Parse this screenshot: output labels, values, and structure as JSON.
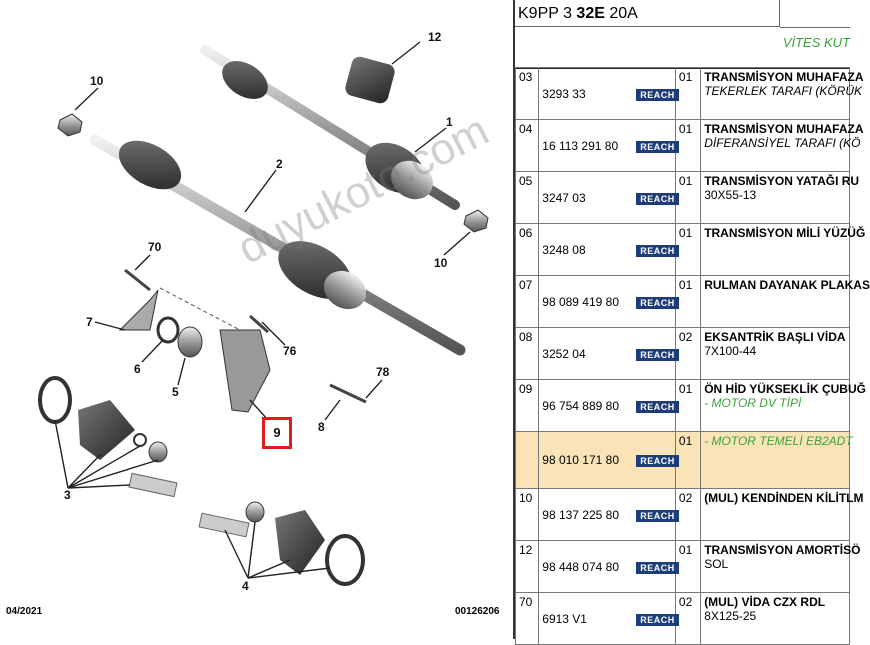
{
  "diagram": {
    "callouts": [
      "12",
      "10",
      "1",
      "2",
      "70",
      "10",
      "7",
      "6",
      "76",
      "5",
      "78",
      "9",
      "8",
      "3",
      "4"
    ],
    "footer_left": "04/2021",
    "footer_right": "00126206"
  },
  "header": {
    "title_a": "K9PP 3 ",
    "title_b": "32E",
    "title_c": " 20A",
    "section": "VİTES KUT"
  },
  "reach_label": "REACH",
  "rows": [
    {
      "num": "03",
      "ref": "3293 33",
      "qty": "01",
      "name": "TRANSMİSYON MUHAFAZA",
      "sub": "TEKERLEK TARAFI (KÖRÜK",
      "sub_style": "it",
      "h": 52
    },
    {
      "num": "04",
      "ref": "16 113 291 80",
      "qty": "01",
      "name": "TRANSMİSYON MUHAFAZA",
      "sub": "DİFERANSİYEL TARAFI (KÖ",
      "sub_style": "it",
      "h": 52
    },
    {
      "num": "05",
      "ref": "3247 03",
      "qty": "01",
      "name": "TRANSMİSYON YATAĞI RU",
      "sub": "30X55-13",
      "sub_style": "",
      "h": 52
    },
    {
      "num": "06",
      "ref": "3248 08",
      "qty": "01",
      "name": "TRANSMİSYON MİLİ YÜZÜĞ",
      "sub": "",
      "sub_style": "",
      "h": 52
    },
    {
      "num": "07",
      "ref": "98 089 419 80",
      "qty": "01",
      "name": "RULMAN DAYANAK PLAKAS",
      "sub": "",
      "sub_style": "",
      "h": 52
    },
    {
      "num": "08",
      "ref": "3252 04",
      "qty": "02",
      "name": "EKSANTRİK BAŞLI VİDA",
      "sub": "7X100-44",
      "sub_style": "",
      "h": 52
    },
    {
      "num": "09",
      "ref": "96 754 889 80",
      "qty": "01",
      "name": "ÖN HİD YÜKSEKLİK ÇUBUĞ",
      "sub": "- MOTOR DV TİPİ",
      "sub_style": "gr",
      "h": 52
    },
    {
      "num": "",
      "ref": "98 010 171 80",
      "qty": "01",
      "name": "",
      "sub": "- MOTOR TEMELİ EB2ADT",
      "sub_style": "gr",
      "h": 57,
      "alt": true
    },
    {
      "num": "10",
      "ref": "98 137 225 80",
      "qty": "02",
      "name": "(MUL) KENDİNDEN KİLİTLM",
      "sub": "",
      "sub_style": "",
      "h": 52
    },
    {
      "num": "12",
      "ref": "98 448 074 80",
      "qty": "01",
      "name": "TRANSMİSYON AMORTİSÖ",
      "sub": "SOL",
      "sub_style": "",
      "h": 52
    },
    {
      "num": "70",
      "ref": "6913 V1",
      "qty": "02",
      "name": "(MUL) VİDA CZX RDL",
      "sub": "8X125-25",
      "sub_style": "",
      "h": 52
    }
  ],
  "watermark": "duyukoto.com"
}
